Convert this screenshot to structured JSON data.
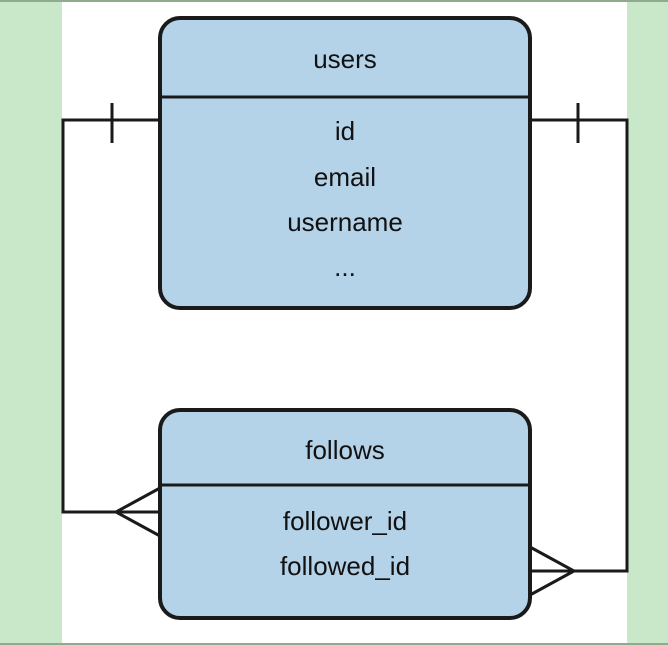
{
  "colors": {
    "band": "#c8e8c9",
    "entity_fill": "#b5d3e8",
    "stroke": "#1a1a1a"
  },
  "entities": {
    "users": {
      "title": "users",
      "fields": [
        "id",
        "email",
        "username",
        "..."
      ]
    },
    "follows": {
      "title": "follows",
      "fields": [
        "follower_id",
        "followed_id"
      ]
    }
  },
  "relationships": [
    {
      "from": "users",
      "to": "follows",
      "from_cardinality": "one",
      "to_cardinality": "many",
      "via": "follower_id"
    },
    {
      "from": "users",
      "to": "follows",
      "from_cardinality": "one",
      "to_cardinality": "many",
      "via": "followed_id"
    }
  ]
}
